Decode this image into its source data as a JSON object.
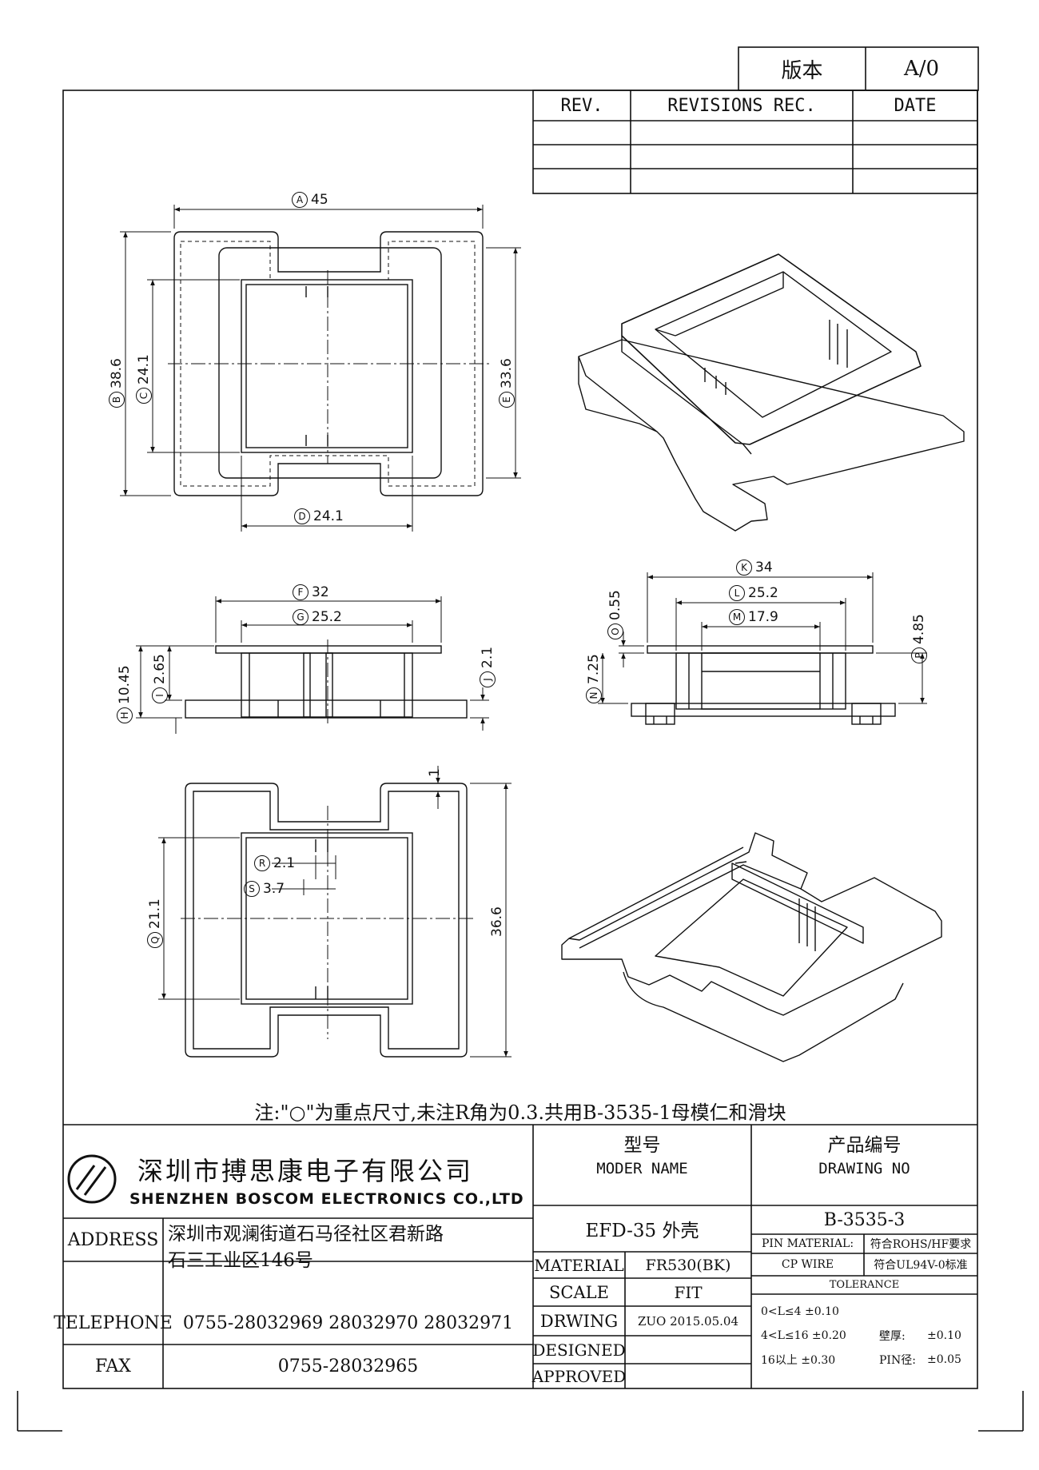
{
  "version": {
    "label": "版本",
    "value": "A/0"
  },
  "revisions": {
    "col_rev": "REV.",
    "col_rec": "REVISIONS REC.",
    "col_date": "DATE"
  },
  "dims": {
    "A": "45",
    "B": "38.6",
    "C": "24.1",
    "D": "24.1",
    "E": "33.6",
    "F": "32",
    "G": "25.2",
    "H": "10.45",
    "I": "2.65",
    "J": "2.1",
    "K": "34",
    "L": "25.2",
    "M": "17.9",
    "N": "7.25",
    "O": "0.55",
    "P": "4.85",
    "Q": "21.1",
    "R": "2.1",
    "S": "3.7",
    "T": "36.6",
    "U": "1"
  },
  "dim_letters": {
    "A": "A",
    "B": "B",
    "C": "C",
    "D": "D",
    "E": "E",
    "F": "F",
    "G": "G",
    "H": "H",
    "I": "I",
    "J": "J",
    "K": "K",
    "L": "L",
    "M": "M",
    "N": "N",
    "O": "O",
    "P": "P",
    "Q": "Q",
    "R": "R",
    "S": "S"
  },
  "note": "注:\"○\"为重点尺寸,未注R角为0.3.共用B-3535-1母模仁和滑块",
  "company": {
    "name_cn": "深圳市搏思康电子有限公司",
    "name_en": "SHENZHEN BOSCOM ELECTRONICS CO.,LTD"
  },
  "title_block": {
    "model_cn": "型号",
    "model_en": "MODER NAME",
    "model_value": "EFD-35 外壳",
    "drawing_cn": "产品编号",
    "drawing_en": "DRAWING NO",
    "drawing_value": "B-3535-3",
    "address_label": "ADDRESS",
    "address_line1": "深圳市观澜街道石马径社区君新路",
    "address_line2": "石三工业区146号",
    "telephone_label": "TELEPHONE",
    "telephone_value": "0755-28032969 28032970 28032971",
    "fax_label": "FAX",
    "fax_value": "0755-28032965",
    "material_label": "MATERIAL",
    "material_value": "FR530(BK)",
    "scale_label": "SCALE",
    "scale_value": "FIT",
    "drwing_label": "DRWING",
    "drwing_value": "ZUO 2015.05.04",
    "designed_label": "DESIGNED",
    "approved_label": "APPROVED",
    "pin_material_label": "PIN MATERIAL:",
    "pin_material_value": "符合ROHS/HF要求",
    "cp_wire_label": "CP WIRE",
    "cp_wire_value": "符合UL94V-0标准",
    "tolerance_label": "TOLERANCE",
    "tol1": "0<L≤4  ±0.10",
    "tol2": "4<L≤16  ±0.20",
    "tol3": "16以上      ±0.30",
    "wall_label": "壁厚:",
    "wall_value": "±0.10",
    "pin_label": "PIN径:",
    "pin_value": "±0.05"
  }
}
